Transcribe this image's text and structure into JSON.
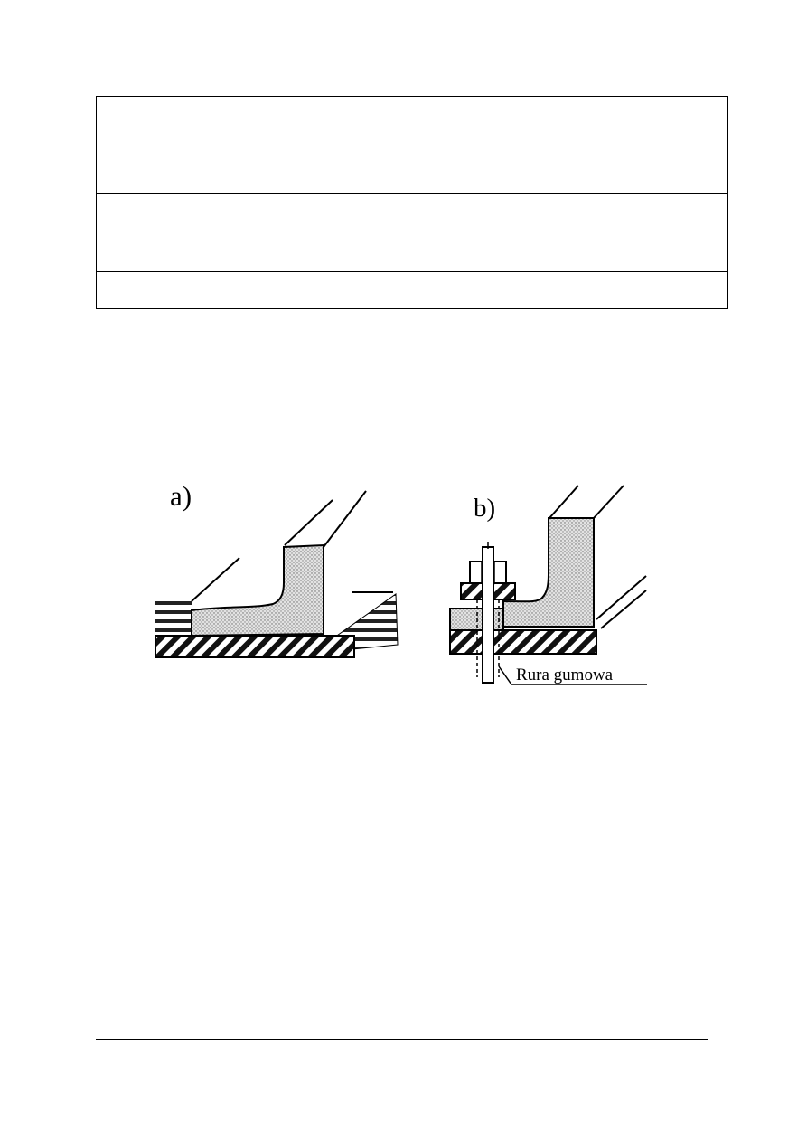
{
  "figure": {
    "label_a": "a)",
    "label_b": "b)",
    "callout": "Rura gumowa"
  },
  "colors": {
    "ink": "#000000",
    "paper": "#ffffff",
    "fill_gray": "#d9d9d9"
  }
}
